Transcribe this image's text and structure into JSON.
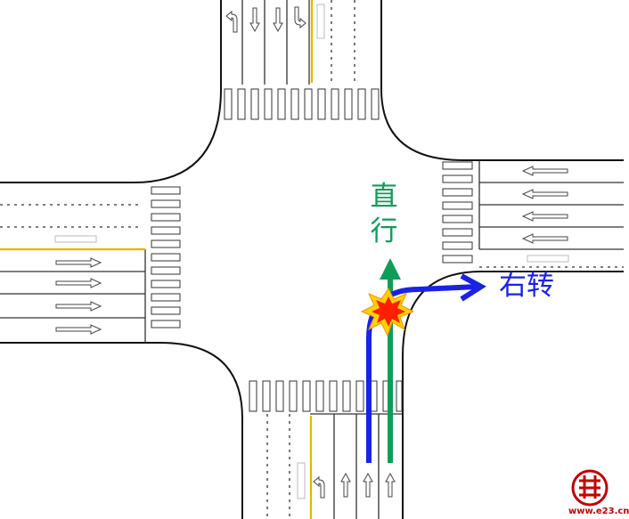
{
  "labels": {
    "straight": "直行",
    "right_turn": "右转"
  },
  "watermark": {
    "text": "www.e23.cn"
  },
  "colors": {
    "straight_path": "#0f9d58",
    "right_turn_path": "#1a22e6",
    "collision": "#ff1e00",
    "center_line": "#e8b400",
    "road_edge": "#000000",
    "watermark": "#c40000"
  },
  "icons": [
    "collision-burst-icon",
    "straight-arrow-icon",
    "right-turn-arrow-icon",
    "lane-arrow-icon",
    "e23-logo-icon"
  ]
}
